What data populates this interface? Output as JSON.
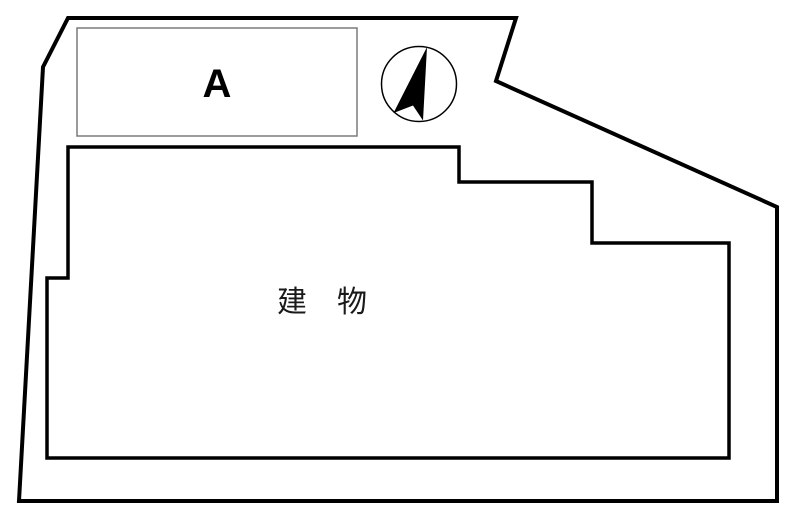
{
  "colors": {
    "background": "#ffffff",
    "line": "#000000",
    "title_box_border": "#7a7a7a"
  },
  "site_plan": {
    "title_box": {
      "label": "A"
    },
    "building": {
      "label": "建　物"
    },
    "compass": {
      "icon": "north-arrow"
    }
  }
}
